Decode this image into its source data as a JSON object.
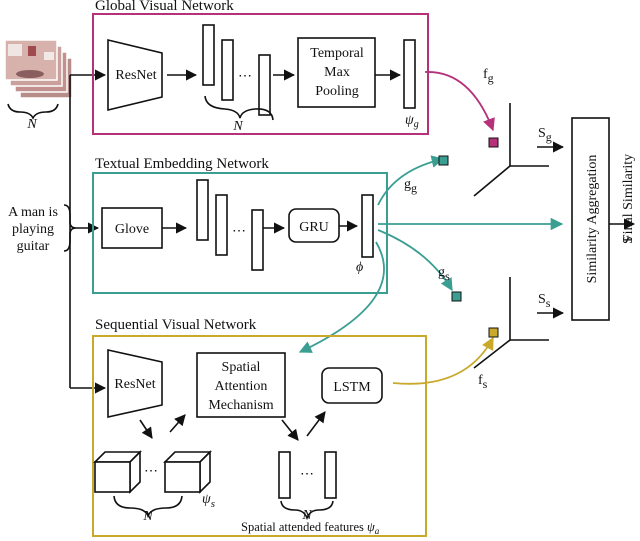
{
  "colors": {
    "global": "#b5317a",
    "textual": "#3a9e93",
    "sequential": "#c9a92c",
    "ink": "#111111"
  },
  "input": {
    "caption_line1": "A man is",
    "caption_line2": "playing",
    "caption_line3": "guitar",
    "frames_count": "N"
  },
  "global": {
    "title": "Global Visual Network",
    "resnet": "ResNet",
    "pool_line1": "Temporal",
    "pool_line2": "Max",
    "pool_line3": "Pooling",
    "n_label": "N",
    "psi": "ψ",
    "psi_sub": "g",
    "feature": "f",
    "feature_sub": "g",
    "score": "S",
    "score_sub": "g"
  },
  "textual": {
    "title": "Textual Embedding Network",
    "glove": "Glove",
    "gru": "GRU",
    "phi": "ϕ",
    "gg": "g",
    "gg_sub": "g",
    "gs": "g",
    "gs_sub": "s"
  },
  "sequential": {
    "title": "Sequential Visual Network",
    "resnet": "ResNet",
    "att_line1": "Spatial",
    "att_line2": "Attention",
    "att_line3": "Mechanism",
    "lstm": "LSTM",
    "psi": "ψ",
    "psi_sub": "s",
    "n_left": "N",
    "n_right": "N",
    "attended": "Spatial attended features",
    "attended_psi": "ψ",
    "attended_sub": "a",
    "feature": "f",
    "feature_sub": "s",
    "score": "S",
    "score_sub": "s"
  },
  "aggregation": {
    "label": "Similarity Aggregation",
    "output_symbol": "S",
    "output_label": "Final Similarity"
  }
}
